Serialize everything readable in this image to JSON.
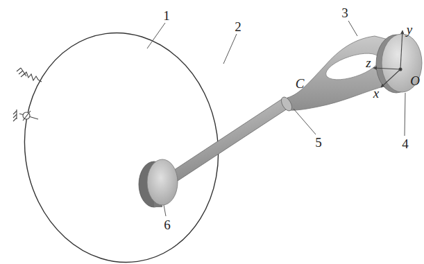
{
  "diagram": {
    "labels": [
      "1",
      "2",
      "3",
      "C",
      "y",
      "z",
      "O",
      "x",
      "5",
      "4",
      "6"
    ]
  }
}
